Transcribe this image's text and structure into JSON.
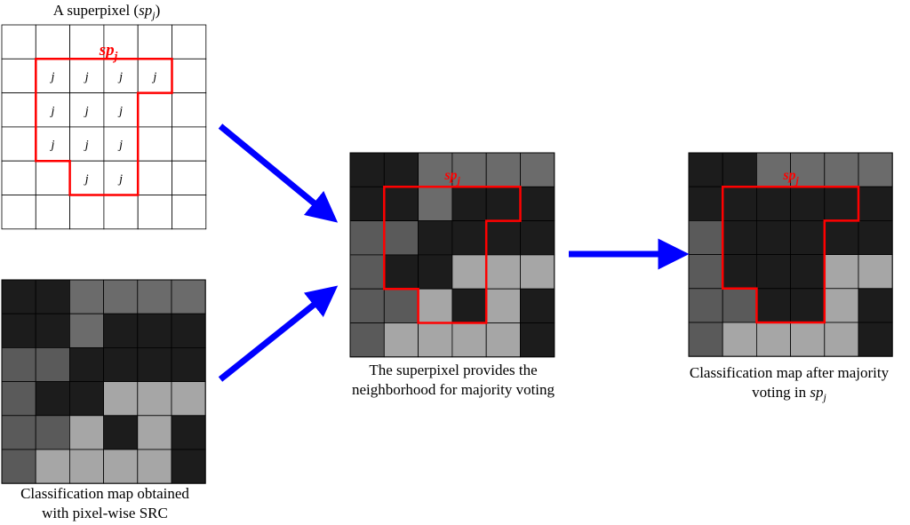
{
  "captions": {
    "superpixel_prefix": "A superpixel (",
    "superpixel_var": "sp",
    "superpixel_sub": "j",
    "superpixel_suffix": ")",
    "pixelwise_line1": "Classification map obtained",
    "pixelwise_line2": "with pixel-wise SRC",
    "neighborhood_line1": "The superpixel provides the",
    "neighborhood_line2": "neighborhood for majority voting",
    "after_line1": "Classification map after majority",
    "after_line2_prefix": "voting in ",
    "after_var": "sp",
    "after_sub": "j"
  },
  "region_label": {
    "base": "sp",
    "sub": "j"
  },
  "cell_label": "j",
  "colors": {
    "black": "#1c1c1c",
    "dark_gray": "#5a5a5a",
    "mid_gray": "#6b6b6b",
    "light_gray": "#a6a6a6",
    "outline": "#ff0000",
    "arrow": "#0000ff",
    "grid_line": "#000000"
  },
  "superpixel_cells": [
    [
      1,
      1
    ],
    [
      1,
      2
    ],
    [
      1,
      3
    ],
    [
      1,
      4
    ],
    [
      2,
      1
    ],
    [
      2,
      2
    ],
    [
      2,
      3
    ],
    [
      3,
      1
    ],
    [
      3,
      2
    ],
    [
      3,
      3
    ],
    [
      4,
      2
    ],
    [
      4,
      3
    ]
  ],
  "pixelwise_map": [
    [
      "K",
      "K",
      "G",
      "G",
      "G",
      "G"
    ],
    [
      "K",
      "K",
      "G",
      "K",
      "K",
      "K"
    ],
    [
      "D",
      "D",
      "K",
      "K",
      "K",
      "K"
    ],
    [
      "D",
      "K",
      "K",
      "L",
      "L",
      "L"
    ],
    [
      "D",
      "D",
      "L",
      "K",
      "L",
      "K"
    ],
    [
      "D",
      "L",
      "L",
      "L",
      "L",
      "K"
    ]
  ],
  "voted_map": [
    [
      "K",
      "K",
      "G",
      "G",
      "G",
      "G"
    ],
    [
      "K",
      "K",
      "K",
      "K",
      "K",
      "K"
    ],
    [
      "D",
      "K",
      "K",
      "K",
      "K",
      "K"
    ],
    [
      "D",
      "K",
      "K",
      "K",
      "L",
      "L"
    ],
    [
      "D",
      "D",
      "K",
      "K",
      "L",
      "K"
    ],
    [
      "D",
      "L",
      "L",
      "L",
      "L",
      "K"
    ]
  ]
}
